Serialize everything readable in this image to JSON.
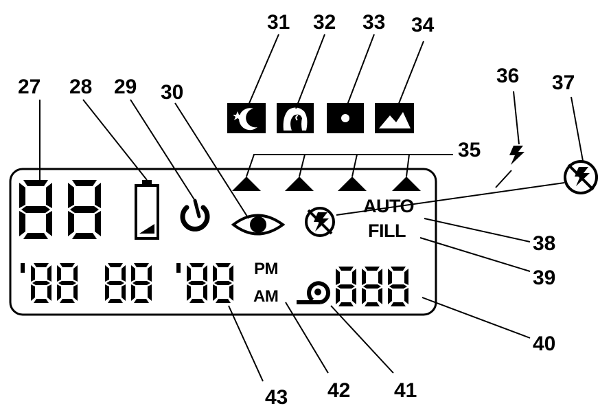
{
  "callouts": {
    "c27": "27",
    "c28": "28",
    "c29": "29",
    "c30": "30",
    "c31": "31",
    "c32": "32",
    "c33": "33",
    "c34": "34",
    "c35": "35",
    "c36": "36",
    "c37": "37",
    "c38": "38",
    "c39": "39",
    "c40": "40",
    "c41": "41",
    "c42": "42",
    "c43": "43"
  },
  "lcd_text": {
    "auto": "AUTO",
    "fill": "FILL",
    "pm": "PM",
    "am": "AM"
  },
  "icons": {
    "night_mode": "moon-star-icon",
    "portrait_mode": "portrait-face-icon",
    "spot_mode": "spot-dot-icon",
    "landscape_mode": "mountain-icon",
    "battery": "battery-icon",
    "self_timer": "self-timer-icon",
    "red_eye": "eye-icon",
    "flash_off": "flash-off-icon",
    "flash": "flash-bolt-icon",
    "film_spool": "film-spool-icon"
  },
  "colors": {
    "ink": "#000000",
    "background": "#ffffff"
  }
}
